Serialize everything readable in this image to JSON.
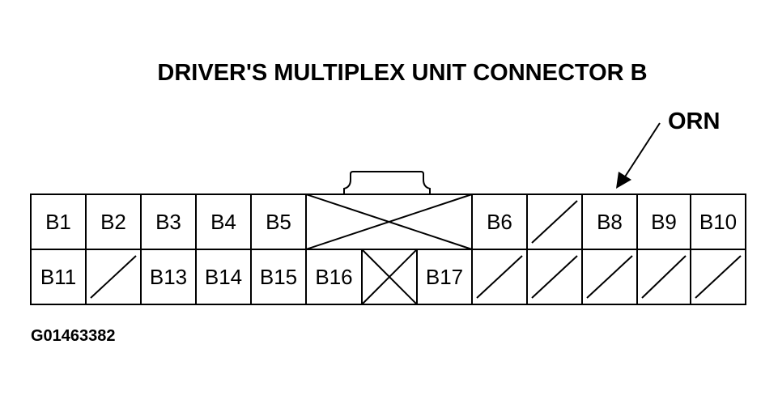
{
  "title": "DRIVER'S MULTIPLEX UNIT CONNECTOR B",
  "callout": {
    "label": "ORN"
  },
  "figure_code": "G01463382",
  "connector": {
    "top_row": [
      {
        "label": "B1",
        "type": "pin"
      },
      {
        "label": "B2",
        "type": "pin"
      },
      {
        "label": "B3",
        "type": "pin"
      },
      {
        "label": "B4",
        "type": "pin"
      },
      {
        "label": "B5",
        "type": "pin"
      },
      {
        "label": "",
        "type": "cross",
        "span": 3
      },
      {
        "label": "B6",
        "type": "pin"
      },
      {
        "label": "",
        "type": "slash"
      },
      {
        "label": "B8",
        "type": "pin"
      },
      {
        "label": "B9",
        "type": "pin"
      },
      {
        "label": "B10",
        "type": "pin"
      }
    ],
    "bottom_row": [
      {
        "label": "B11",
        "type": "pin"
      },
      {
        "label": "",
        "type": "slash"
      },
      {
        "label": "B13",
        "type": "pin"
      },
      {
        "label": "B14",
        "type": "pin"
      },
      {
        "label": "B15",
        "type": "pin"
      },
      {
        "label": "B16",
        "type": "pin"
      },
      {
        "label": "",
        "type": "cross"
      },
      {
        "label": "B17",
        "type": "pin"
      },
      {
        "label": "",
        "type": "slash"
      },
      {
        "label": "",
        "type": "slash"
      },
      {
        "label": "",
        "type": "slash"
      },
      {
        "label": "",
        "type": "slash"
      },
      {
        "label": "",
        "type": "slash"
      }
    ]
  }
}
